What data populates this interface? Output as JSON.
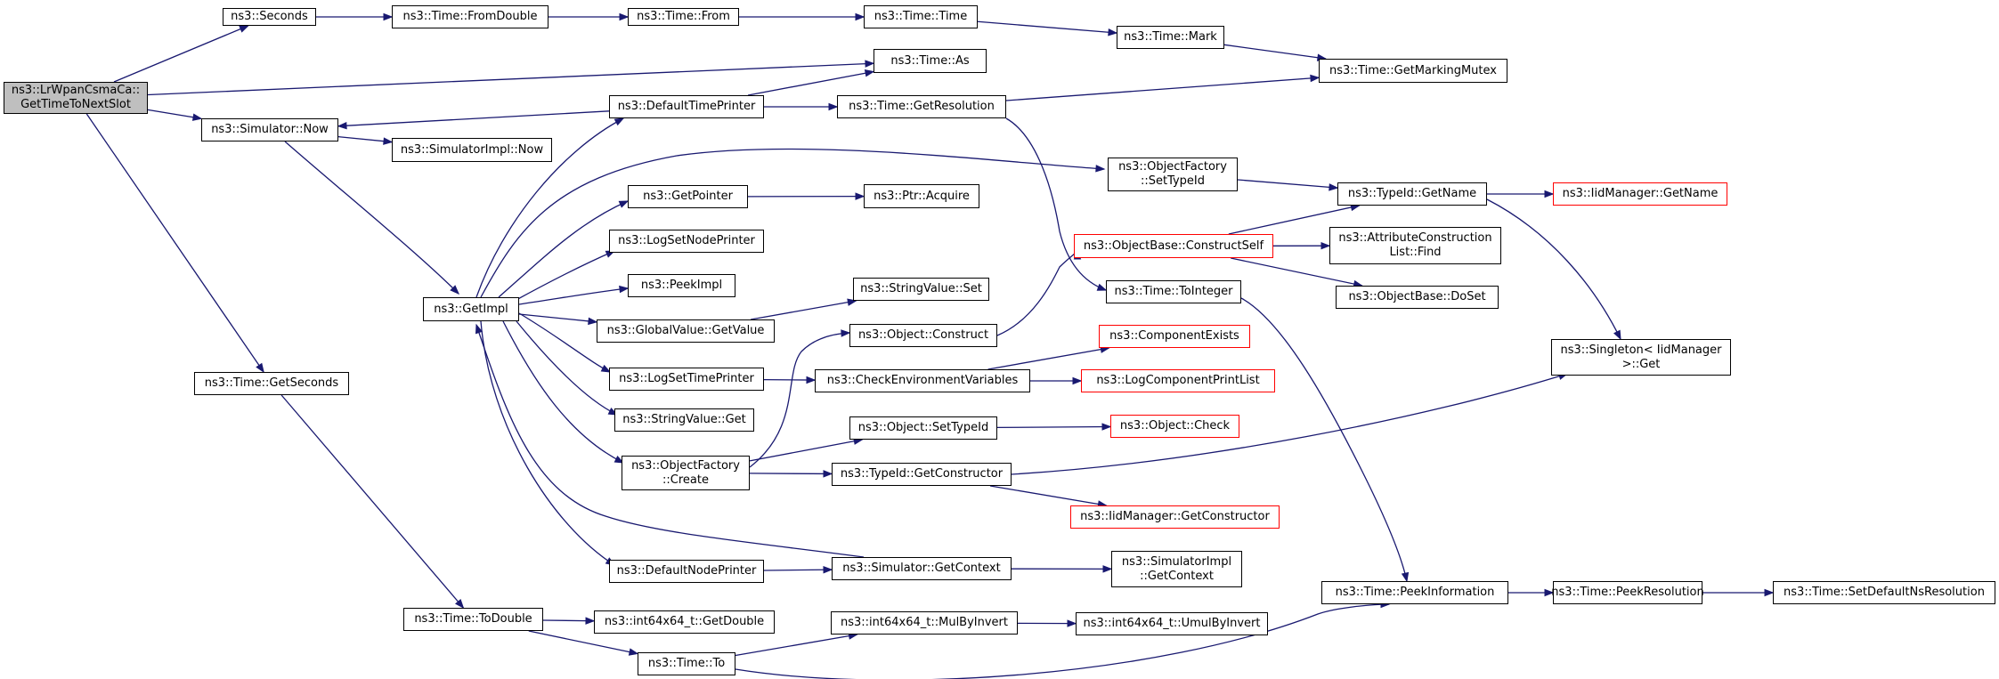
{
  "graph": {
    "colors": {
      "edge": "#191970",
      "node_border": "#000000",
      "node_border_truncated": "#ff0000",
      "focus_fill": "#bfbfbf"
    },
    "nodes": {
      "lrwpan": {
        "lines": [
          "ns3::LrWpanCsmaCa::",
          "GetTimeToNextSlot"
        ],
        "focus": true
      },
      "seconds": {
        "lines": [
          "ns3::Seconds"
        ]
      },
      "fromdouble": {
        "lines": [
          "ns3::Time::FromDouble"
        ]
      },
      "from": {
        "lines": [
          "ns3::Time::From"
        ]
      },
      "timetime": {
        "lines": [
          "ns3::Time::Time"
        ]
      },
      "mark": {
        "lines": [
          "ns3::Time::Mark"
        ]
      },
      "markingmutex": {
        "lines": [
          "ns3::Time::GetMarkingMutex"
        ]
      },
      "as": {
        "lines": [
          "ns3::Time::As"
        ]
      },
      "defaulttimeprinter": {
        "lines": [
          "ns3::DefaultTimePrinter"
        ]
      },
      "getresolution": {
        "lines": [
          "ns3::Time::GetResolution"
        ]
      },
      "simnow": {
        "lines": [
          "ns3::Simulator::Now"
        ]
      },
      "simimplnow": {
        "lines": [
          "ns3::SimulatorImpl::Now"
        ]
      },
      "ofsettypeid": {
        "lines": [
          "ns3::ObjectFactory",
          "::SetTypeId"
        ]
      },
      "typeidgetname": {
        "lines": [
          "ns3::TypeId::GetName"
        ]
      },
      "iidgetname": {
        "lines": [
          "ns3::IidManager::GetName"
        ],
        "truncated": true
      },
      "getpointer": {
        "lines": [
          "ns3::GetPointer"
        ]
      },
      "ptracquire": {
        "lines": [
          "ns3::Ptr::Acquire"
        ]
      },
      "logsetnodeprinter": {
        "lines": [
          "ns3::LogSetNodePrinter"
        ]
      },
      "constructself": {
        "lines": [
          "ns3::ObjectBase::ConstructSelf"
        ],
        "truncated": true
      },
      "attrconstfind": {
        "lines": [
          "ns3::AttributeConstruction",
          "List::Find"
        ]
      },
      "peekimpl": {
        "lines": [
          "ns3::PeekImpl"
        ]
      },
      "stringvalueset": {
        "lines": [
          "ns3::StringValue::Set"
        ]
      },
      "tointeger": {
        "lines": [
          "ns3::Time::ToInteger"
        ]
      },
      "doset": {
        "lines": [
          "ns3::ObjectBase::DoSet"
        ]
      },
      "getimpl": {
        "lines": [
          "ns3::GetImpl"
        ]
      },
      "gvgetvalue": {
        "lines": [
          "ns3::GlobalValue::GetValue"
        ]
      },
      "objconstruct": {
        "lines": [
          "ns3::Object::Construct"
        ]
      },
      "componentexists": {
        "lines": [
          "ns3::ComponentExists"
        ],
        "truncated": true
      },
      "singletonget": {
        "lines": [
          "ns3::Singleton< IidManager",
          ">::Get"
        ]
      },
      "getseconds": {
        "lines": [
          "ns3::Time::GetSeconds"
        ]
      },
      "logsettimeprinter": {
        "lines": [
          "ns3::LogSetTimePrinter"
        ]
      },
      "checkenv": {
        "lines": [
          "ns3::CheckEnvironmentVariables"
        ]
      },
      "logcompprint": {
        "lines": [
          "ns3::LogComponentPrintList"
        ],
        "truncated": true
      },
      "stringvalueget": {
        "lines": [
          "ns3::StringValue::Get"
        ]
      },
      "objsettypeid": {
        "lines": [
          "ns3::Object::SetTypeId"
        ]
      },
      "objcheck": {
        "lines": [
          "ns3::Object::Check"
        ],
        "truncated": true
      },
      "ofcreate": {
        "lines": [
          "ns3::ObjectFactory",
          "::Create"
        ]
      },
      "getconstructor": {
        "lines": [
          "ns3::TypeId::GetConstructor"
        ]
      },
      "iidgetconstructor": {
        "lines": [
          "ns3::IidManager::GetConstructor"
        ],
        "truncated": true
      },
      "defaultnodeprinter": {
        "lines": [
          "ns3::DefaultNodePrinter"
        ]
      },
      "simgetcontext": {
        "lines": [
          "ns3::Simulator::GetContext"
        ]
      },
      "simimplgetcontext": {
        "lines": [
          "ns3::SimulatorImpl",
          "::GetContext"
        ]
      },
      "peekinformation": {
        "lines": [
          "ns3::Time::PeekInformation"
        ]
      },
      "peekresolution": {
        "lines": [
          "ns3::Time::PeekResolution"
        ]
      },
      "setdefaultns": {
        "lines": [
          "ns3::Time::SetDefaultNsResolution"
        ]
      },
      "todouble": {
        "lines": [
          "ns3::Time::ToDouble"
        ]
      },
      "getdouble": {
        "lines": [
          "ns3::int64x64_t::GetDouble"
        ]
      },
      "mulbyinvert": {
        "lines": [
          "ns3::int64x64_t::MulByInvert"
        ]
      },
      "umulbyinvert": {
        "lines": [
          "ns3::int64x64_t::UmulByInvert"
        ]
      },
      "timeto": {
        "lines": [
          "ns3::Time::To"
        ]
      }
    },
    "edges": [
      [
        "lrwpan",
        "seconds"
      ],
      [
        "lrwpan",
        "as"
      ],
      [
        "lrwpan",
        "simnow"
      ],
      [
        "lrwpan",
        "getseconds"
      ],
      [
        "seconds",
        "fromdouble"
      ],
      [
        "fromdouble",
        "from"
      ],
      [
        "from",
        "timetime"
      ],
      [
        "timetime",
        "mark"
      ],
      [
        "mark",
        "markingmutex"
      ],
      [
        "getresolution",
        "markingmutex"
      ],
      [
        "defaulttimeprinter",
        "as"
      ],
      [
        "defaulttimeprinter",
        "simnow"
      ],
      [
        "defaulttimeprinter",
        "getresolution"
      ],
      [
        "getresolution",
        "tointeger"
      ],
      [
        "simnow",
        "simimplnow"
      ],
      [
        "simnow",
        "getimpl"
      ],
      [
        "getimpl",
        "defaulttimeprinter"
      ],
      [
        "getimpl",
        "ofsettypeid"
      ],
      [
        "ofsettypeid",
        "typeidgetname"
      ],
      [
        "typeidgetname",
        "iidgetname"
      ],
      [
        "typeidgetname",
        "singletonget"
      ],
      [
        "getimpl",
        "getpointer"
      ],
      [
        "getpointer",
        "ptracquire"
      ],
      [
        "getimpl",
        "logsetnodeprinter"
      ],
      [
        "getimpl",
        "peekimpl"
      ],
      [
        "getimpl",
        "gvgetvalue"
      ],
      [
        "gvgetvalue",
        "stringvalueset"
      ],
      [
        "getimpl",
        "logsettimeprinter"
      ],
      [
        "logsettimeprinter",
        "checkenv"
      ],
      [
        "checkenv",
        "componentexists"
      ],
      [
        "checkenv",
        "logcompprint"
      ],
      [
        "getimpl",
        "stringvalueget"
      ],
      [
        "getimpl",
        "ofcreate"
      ],
      [
        "ofcreate",
        "objconstruct"
      ],
      [
        "objconstruct",
        "constructself"
      ],
      [
        "constructself",
        "typeidgetname"
      ],
      [
        "constructself",
        "attrconstfind"
      ],
      [
        "constructself",
        "doset"
      ],
      [
        "ofcreate",
        "objsettypeid"
      ],
      [
        "objsettypeid",
        "objcheck"
      ],
      [
        "ofcreate",
        "getconstructor"
      ],
      [
        "getconstructor",
        "singletonget"
      ],
      [
        "getconstructor",
        "iidgetconstructor"
      ],
      [
        "getimpl",
        "defaultnodeprinter"
      ],
      [
        "defaultnodeprinter",
        "simgetcontext"
      ],
      [
        "simgetcontext",
        "getimpl"
      ],
      [
        "simgetcontext",
        "simimplgetcontext"
      ],
      [
        "tointeger",
        "peekinformation"
      ],
      [
        "peekinformation",
        "peekresolution"
      ],
      [
        "peekresolution",
        "setdefaultns"
      ],
      [
        "getseconds",
        "todouble"
      ],
      [
        "todouble",
        "getdouble"
      ],
      [
        "todouble",
        "timeto"
      ],
      [
        "timeto",
        "mulbyinvert"
      ],
      [
        "mulbyinvert",
        "umulbyinvert"
      ],
      [
        "timeto",
        "peekinformation"
      ]
    ]
  }
}
